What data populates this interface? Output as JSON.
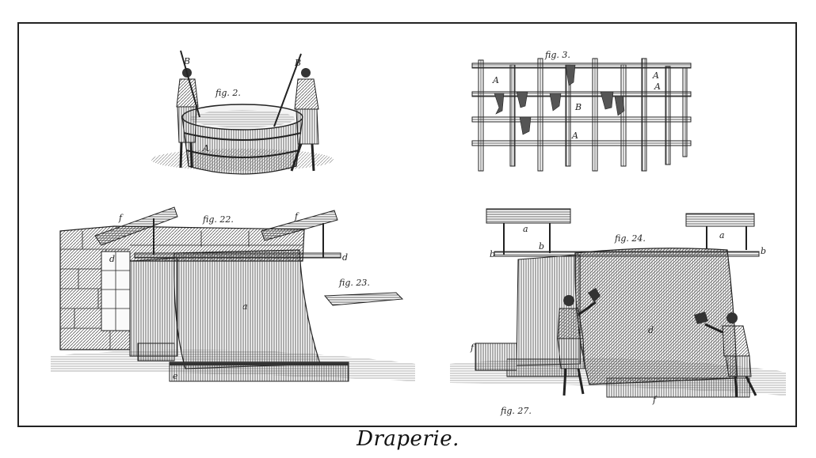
{
  "plate": {
    "caption": "Draperie.",
    "figures": {
      "fig2": {
        "label": "fig. 2.",
        "letters": [
          "B",
          "B",
          "A"
        ]
      },
      "fig3": {
        "label": "fig. 3.",
        "letters": [
          "A",
          "A",
          "A",
          "B",
          "A"
        ]
      },
      "fig22": {
        "label": "fig. 22.",
        "letters": [
          "f",
          "f",
          "d",
          "d",
          "a",
          "e"
        ]
      },
      "fig23": {
        "label": "fig. 23."
      },
      "fig24": {
        "label": "fig. 24.",
        "letters": [
          "a",
          "a",
          "b",
          "b",
          "b",
          "d",
          "f",
          "f"
        ]
      },
      "fig27": {
        "label": "fig. 27."
      }
    }
  }
}
